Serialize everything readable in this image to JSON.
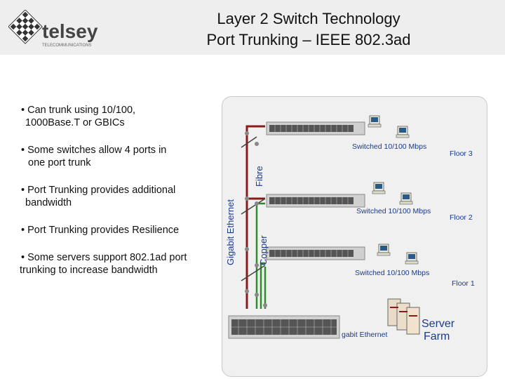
{
  "logo": {
    "text": "telsey",
    "tagline": "TELECOMMUNICATIONS"
  },
  "title": {
    "line1": "Layer 2 Switch Technology",
    "line2": "Port Trunking – IEEE 802.3ad"
  },
  "bullets": [
    {
      "line1": "• Can trunk using 10/100,",
      "line2": "1000Base.T or GBICs"
    },
    {
      "line1": "•  Some switches allow 4 ports in",
      "line2": "one port trunk"
    },
    {
      "line1": "• Port Trunking provides additional",
      "line2": "bandwidth"
    },
    {
      "line1": "• Port Trunking provides Resilience",
      "line2": ""
    },
    {
      "line1": "• Some servers support 802.1ad port",
      "line2": "trunking to increase bandwidth"
    }
  ],
  "diagram": {
    "gigabit_label": "Gigabit Ethernet",
    "fibre_label": "Fibre",
    "copper_label": "Copper",
    "floors": [
      {
        "switch_label": "Switched 10/100 Mbps",
        "floor_label": "Floor 3"
      },
      {
        "switch_label": "Switched 10/100 Mbps",
        "floor_label": "Floor 2"
      },
      {
        "switch_label": "Switched 10/100 Mbps",
        "floor_label": "Floor 1"
      }
    ],
    "core_label": "gabit Ethernet",
    "server_label_1": "Server",
    "server_label_2": "Farm",
    "colors": {
      "fibre": "#8b1a1a",
      "copper": "#2e8b2e",
      "text": "#1a3a8a"
    }
  }
}
